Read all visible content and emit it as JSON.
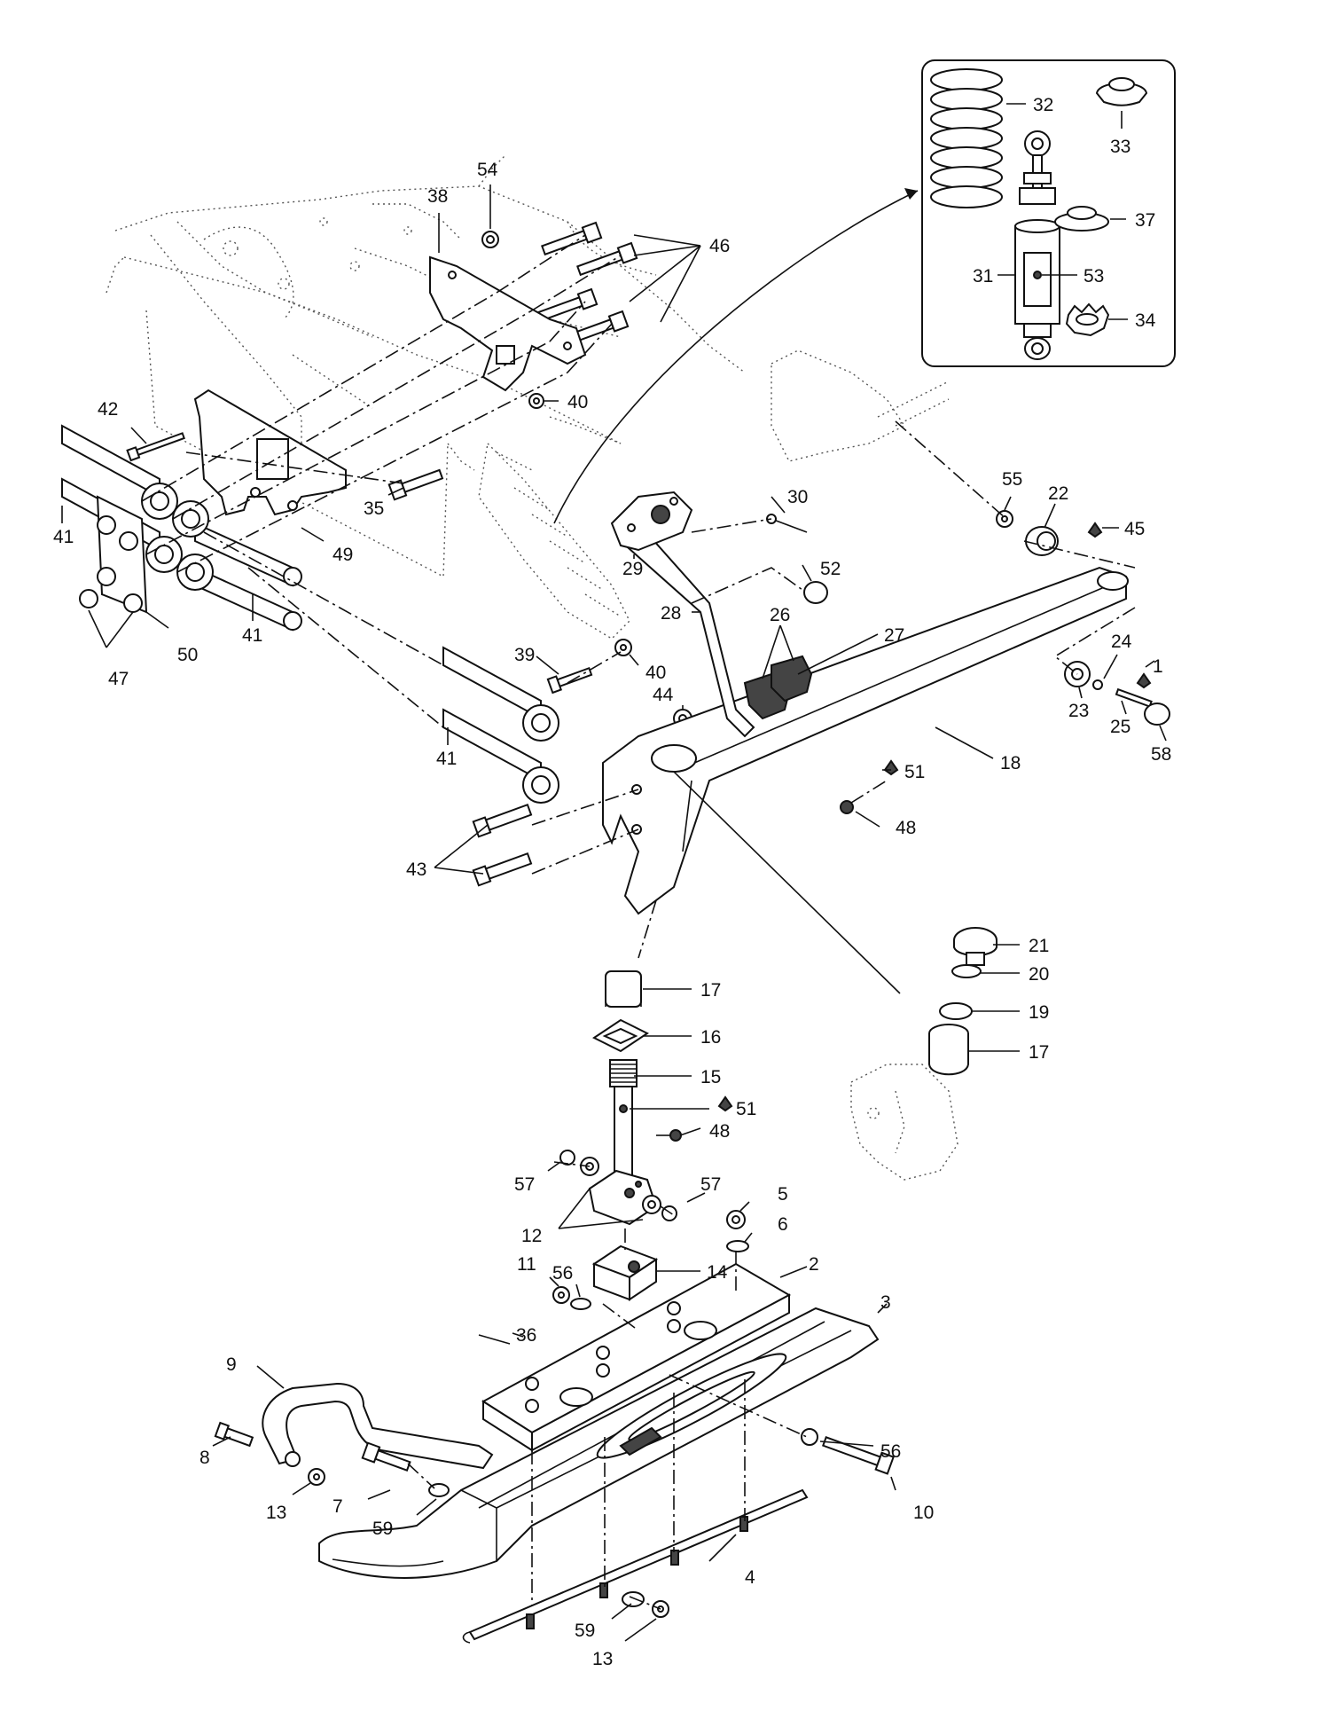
{
  "callouts": [
    {
      "id": "c1",
      "text": "1"
    },
    {
      "id": "c2",
      "text": "2"
    },
    {
      "id": "c3",
      "text": "3"
    },
    {
      "id": "c4",
      "text": "4"
    },
    {
      "id": "c5",
      "text": "5"
    },
    {
      "id": "c6",
      "text": "6"
    },
    {
      "id": "c7",
      "text": "7"
    },
    {
      "id": "c8",
      "text": "8"
    },
    {
      "id": "c9",
      "text": "9"
    },
    {
      "id": "c10",
      "text": "10"
    },
    {
      "id": "c11",
      "text": "11"
    },
    {
      "id": "c12",
      "text": "12"
    },
    {
      "id": "c13a",
      "text": "13"
    },
    {
      "id": "c13b",
      "text": "13"
    },
    {
      "id": "c14",
      "text": "14"
    },
    {
      "id": "c15",
      "text": "15"
    },
    {
      "id": "c16",
      "text": "16"
    },
    {
      "id": "c17a",
      "text": "17"
    },
    {
      "id": "c17b",
      "text": "17"
    },
    {
      "id": "c18",
      "text": "18"
    },
    {
      "id": "c19",
      "text": "19"
    },
    {
      "id": "c20",
      "text": "20"
    },
    {
      "id": "c21",
      "text": "21"
    },
    {
      "id": "c22",
      "text": "22"
    },
    {
      "id": "c23",
      "text": "23"
    },
    {
      "id": "c24",
      "text": "24"
    },
    {
      "id": "c25",
      "text": "25"
    },
    {
      "id": "c26",
      "text": "26"
    },
    {
      "id": "c27",
      "text": "27"
    },
    {
      "id": "c28",
      "text": "28"
    },
    {
      "id": "c29",
      "text": "29"
    },
    {
      "id": "c30",
      "text": "30"
    },
    {
      "id": "c31",
      "text": "31"
    },
    {
      "id": "c32",
      "text": "32"
    },
    {
      "id": "c33",
      "text": "33"
    },
    {
      "id": "c34",
      "text": "34"
    },
    {
      "id": "c35",
      "text": "35"
    },
    {
      "id": "c36",
      "text": "36"
    },
    {
      "id": "c37",
      "text": "37"
    },
    {
      "id": "c38",
      "text": "38"
    },
    {
      "id": "c39",
      "text": "39"
    },
    {
      "id": "c40a",
      "text": "40"
    },
    {
      "id": "c40b",
      "text": "40"
    },
    {
      "id": "c41a",
      "text": "41"
    },
    {
      "id": "c41b",
      "text": "41"
    },
    {
      "id": "c41c",
      "text": "41"
    },
    {
      "id": "c42",
      "text": "42"
    },
    {
      "id": "c43",
      "text": "43"
    },
    {
      "id": "c44",
      "text": "44"
    },
    {
      "id": "c45",
      "text": "45"
    },
    {
      "id": "c46",
      "text": "46"
    },
    {
      "id": "c47",
      "text": "47"
    },
    {
      "id": "c48a",
      "text": "48"
    },
    {
      "id": "c48b",
      "text": "48"
    },
    {
      "id": "c49",
      "text": "49"
    },
    {
      "id": "c50",
      "text": "50"
    },
    {
      "id": "c51a",
      "text": "51"
    },
    {
      "id": "c51b",
      "text": "51"
    },
    {
      "id": "c52",
      "text": "52"
    },
    {
      "id": "c53",
      "text": "53"
    },
    {
      "id": "c54",
      "text": "54"
    },
    {
      "id": "c55",
      "text": "55"
    },
    {
      "id": "c56a",
      "text": "56"
    },
    {
      "id": "c56b",
      "text": "56"
    },
    {
      "id": "c57a",
      "text": "57"
    },
    {
      "id": "c57b",
      "text": "57"
    },
    {
      "id": "c58",
      "text": "58"
    },
    {
      "id": "c59a",
      "text": "59"
    },
    {
      "id": "c59b",
      "text": "59"
    }
  ]
}
